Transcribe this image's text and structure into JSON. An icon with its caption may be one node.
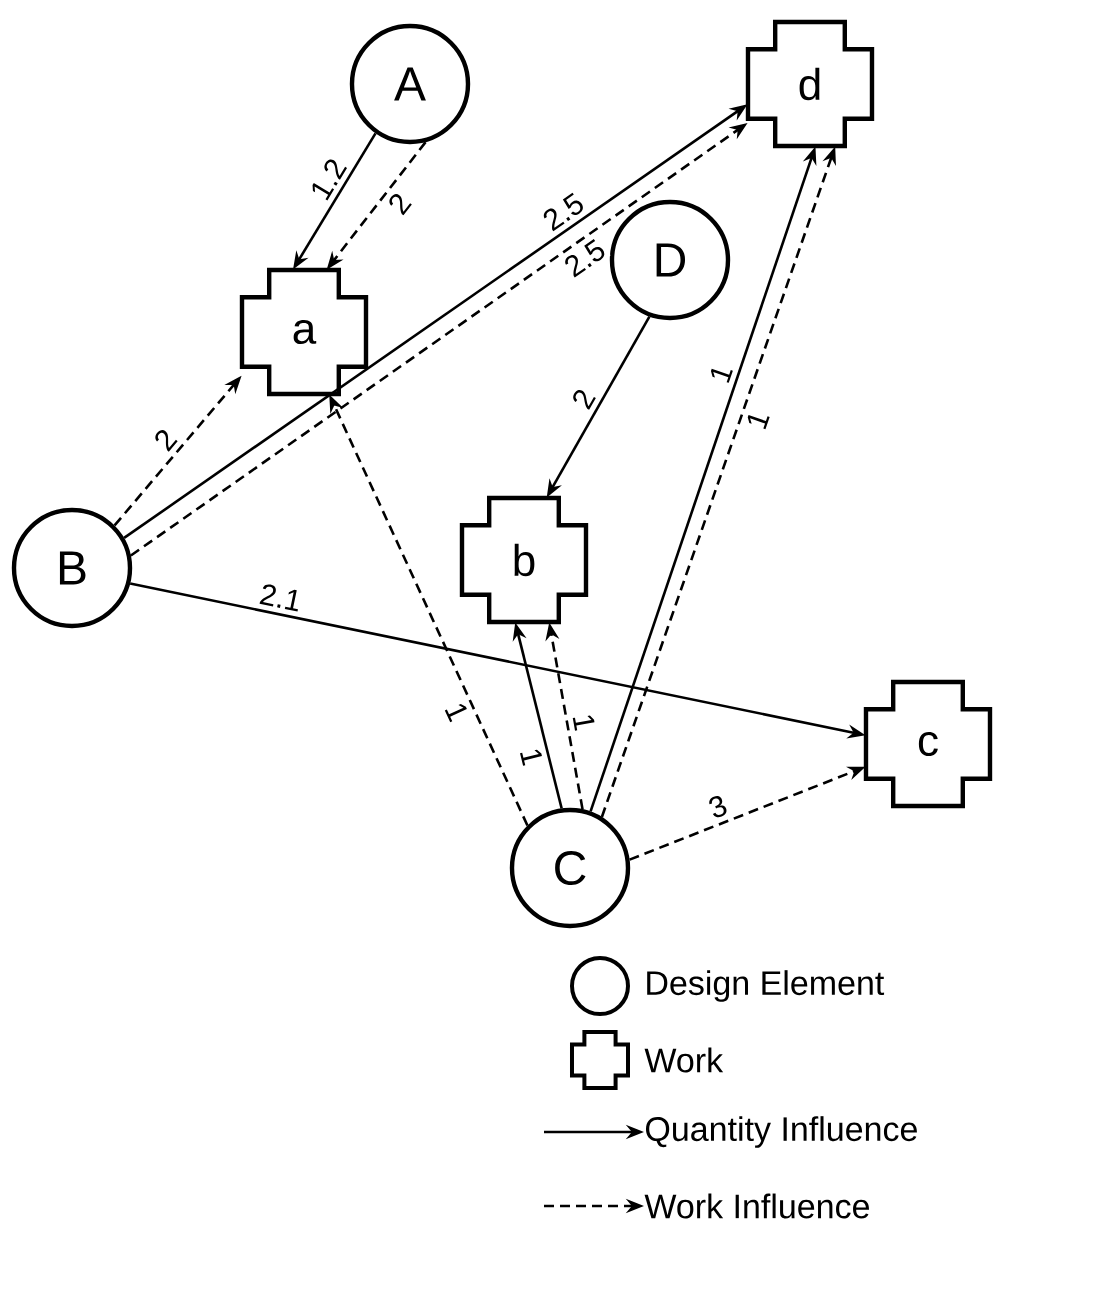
{
  "diagram": {
    "nodes": [
      {
        "text": [
          "A"
        ]
      },
      {
        "text": [
          "a"
        ]
      },
      {
        "text": [
          "d"
        ]
      },
      {
        "text": [
          "D"
        ]
      },
      {
        "text": [
          "B"
        ]
      },
      {
        "text": [
          "b"
        ]
      },
      {
        "text": [
          "c"
        ]
      },
      {
        "text": [
          "C"
        ]
      }
    ],
    "edges": [
      {
        "from": 0,
        "to": 1,
        "arrow": "to",
        "label": "1.2"
      },
      {
        "from": 0,
        "to": 1,
        "arrow": "to",
        "label": "2",
        "style": "dashed"
      },
      {
        "from": 4,
        "to": 1,
        "arrow": "to",
        "label": "2",
        "style": "dashed"
      },
      {
        "from": 4,
        "to": 2,
        "arrow": "to",
        "label": "2.5"
      },
      {
        "from": 4,
        "to": 2,
        "arrow": "to",
        "label": "2.5",
        "style": "dashed"
      },
      {
        "from": 3,
        "to": 5,
        "arrow": "to",
        "label": "2"
      },
      {
        "from": 4,
        "to": 6,
        "arrow": "to",
        "label": "2.1"
      },
      {
        "from": 7,
        "to": 1,
        "arrow": "to",
        "label": "1",
        "style": "dashed"
      },
      {
        "from": 7,
        "to": 5,
        "arrow": "to",
        "label": "1"
      },
      {
        "from": 7,
        "to": 5,
        "arrow": "to",
        "label": "1",
        "style": "dashed"
      },
      {
        "from": 7,
        "to": 2,
        "arrow": "to",
        "label": "1"
      },
      {
        "from": 7,
        "to": 2,
        "arrow": "to",
        "label": "1",
        "style": "dashed"
      },
      {
        "from": 7,
        "to": 6,
        "arrow": "to",
        "label": "3",
        "style": "dashed"
      }
    ],
    "legend": [
      {
        "text": "Design Element"
      },
      {
        "text": "Work"
      },
      {
        "text": "Quantity Influence"
      },
      {
        "text": "Work Influence"
      }
    ]
  }
}
